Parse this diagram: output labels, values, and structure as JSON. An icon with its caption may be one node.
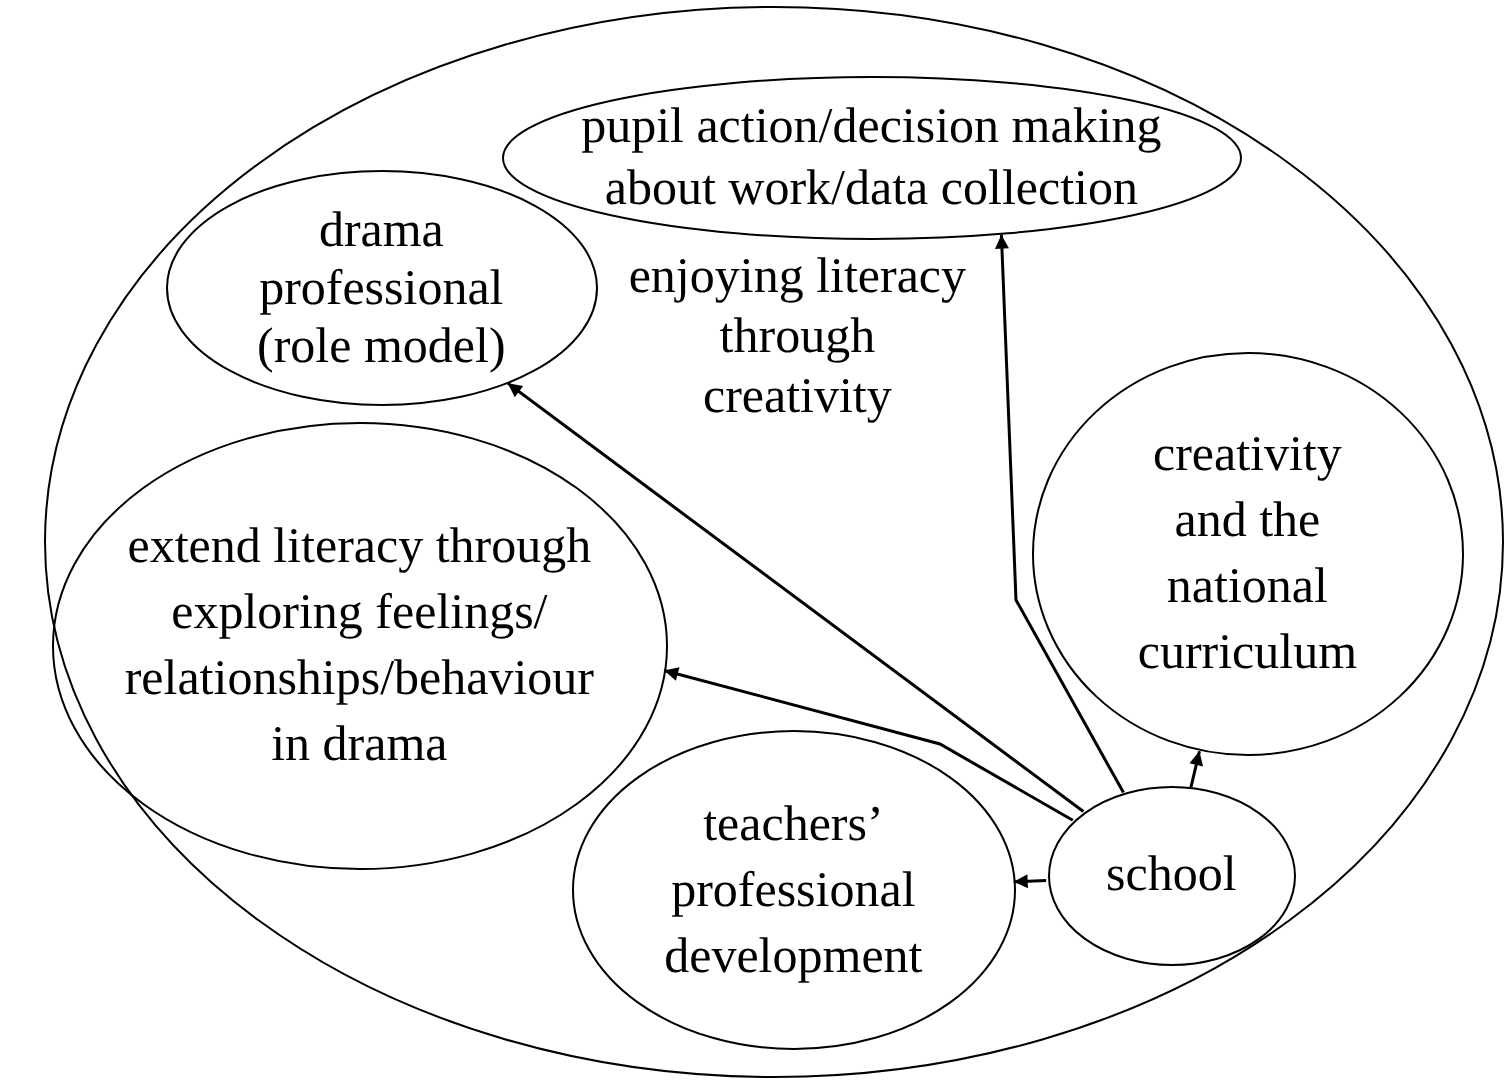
{
  "diagram": {
    "nodes": [
      {
        "text": [
          "enjoying literacy through creativity"
        ]
      },
      {
        "text": [
          "pupil action/decision making about work/data collection"
        ],
        "in": 0
      },
      {
        "text": [
          "drama professional (role model)"
        ],
        "in": 0
      },
      {
        "text": [
          "creativity and the national curriculum"
        ],
        "in": 0
      },
      {
        "text": [
          "extend literacy through exploring feelings/ relationships/behaviour in drama"
        ],
        "in": 0
      },
      {
        "text": [
          "teachers’ professional development"
        ],
        "in": 0
      },
      {
        "text": [
          "school"
        ],
        "in": 0
      }
    ],
    "edges": [
      {
        "from": 6,
        "to": 1,
        "arrow": "to"
      },
      {
        "from": 6,
        "to": 2,
        "arrow": "to"
      },
      {
        "from": 6,
        "to": 3,
        "arrow": "to"
      },
      {
        "from": 6,
        "to": 4,
        "arrow": "to"
      },
      {
        "from": 6,
        "to": 5,
        "arrow": "to"
      }
    ]
  }
}
